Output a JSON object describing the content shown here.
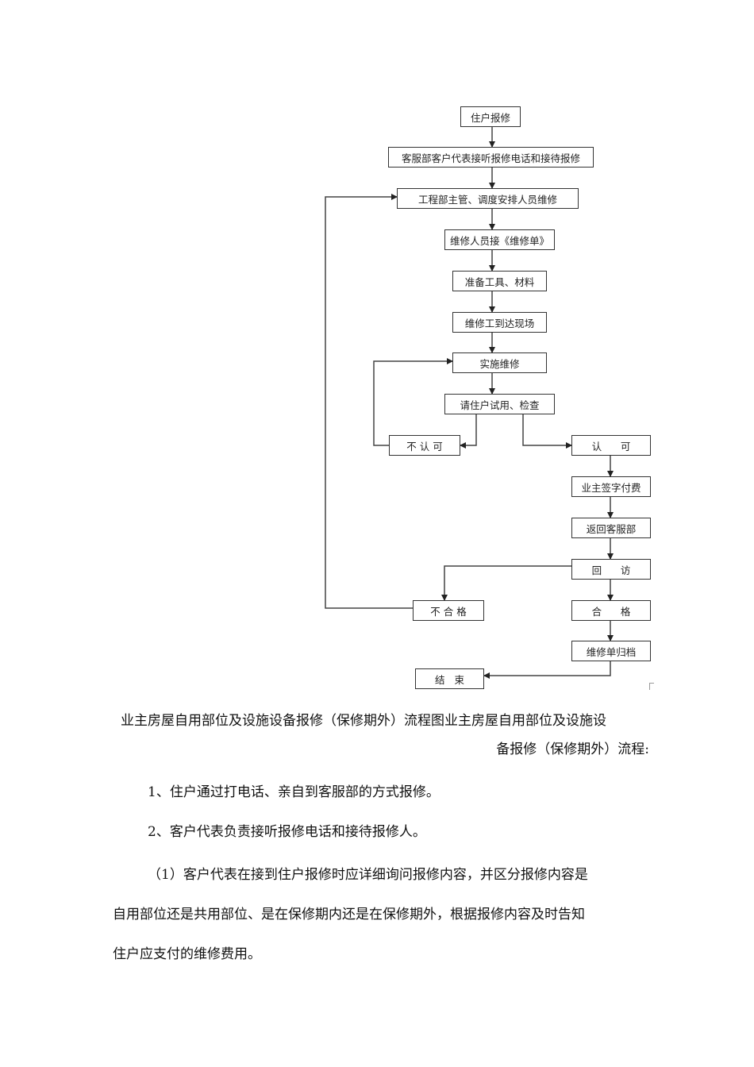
{
  "flowchart": {
    "nodes": {
      "resident_report": "住户报修",
      "cs_receive": "客服部客户代表接听报修电话和接待报修",
      "eng_dispatch": "工程部主管、调度安排人员维修",
      "receive_order": "维修人员接《维修单》",
      "prepare_tools": "准备工具、材料",
      "arrive_site": "维修工到达现场",
      "perform_repair": "实施维修",
      "resident_check": "请住户试用、检查",
      "not_approved": "不 认 可",
      "approved": "认      可",
      "owner_sign_pay": "业主签字付费",
      "return_cs": "返回客服部",
      "follow_up": "回      访",
      "unqualified": "不 合 格",
      "qualified": "合      格",
      "archive": "维修单归档",
      "end": "结   束"
    }
  },
  "document": {
    "caption_line1": "业主房屋自用部位及设施设备报修（保修期外）流程图业主房屋自用部位及设施设",
    "caption_line2": "备报修（保修期外）流程:",
    "para1": "1、住户通过打电话、亲自到客服部的方式报修。",
    "para2": "2、客户代表负责接听报修电话和接待报修人。",
    "para3_line1": "（1）客户代表在接到住户报修时应详细询问报修内容，并区分报修内容是",
    "para3_line2": "自用部位还是共用部位、是在保修期内还是在保修期外，根据报修内容及时告知",
    "para3_line3": "住户应支付的维修费用。"
  }
}
